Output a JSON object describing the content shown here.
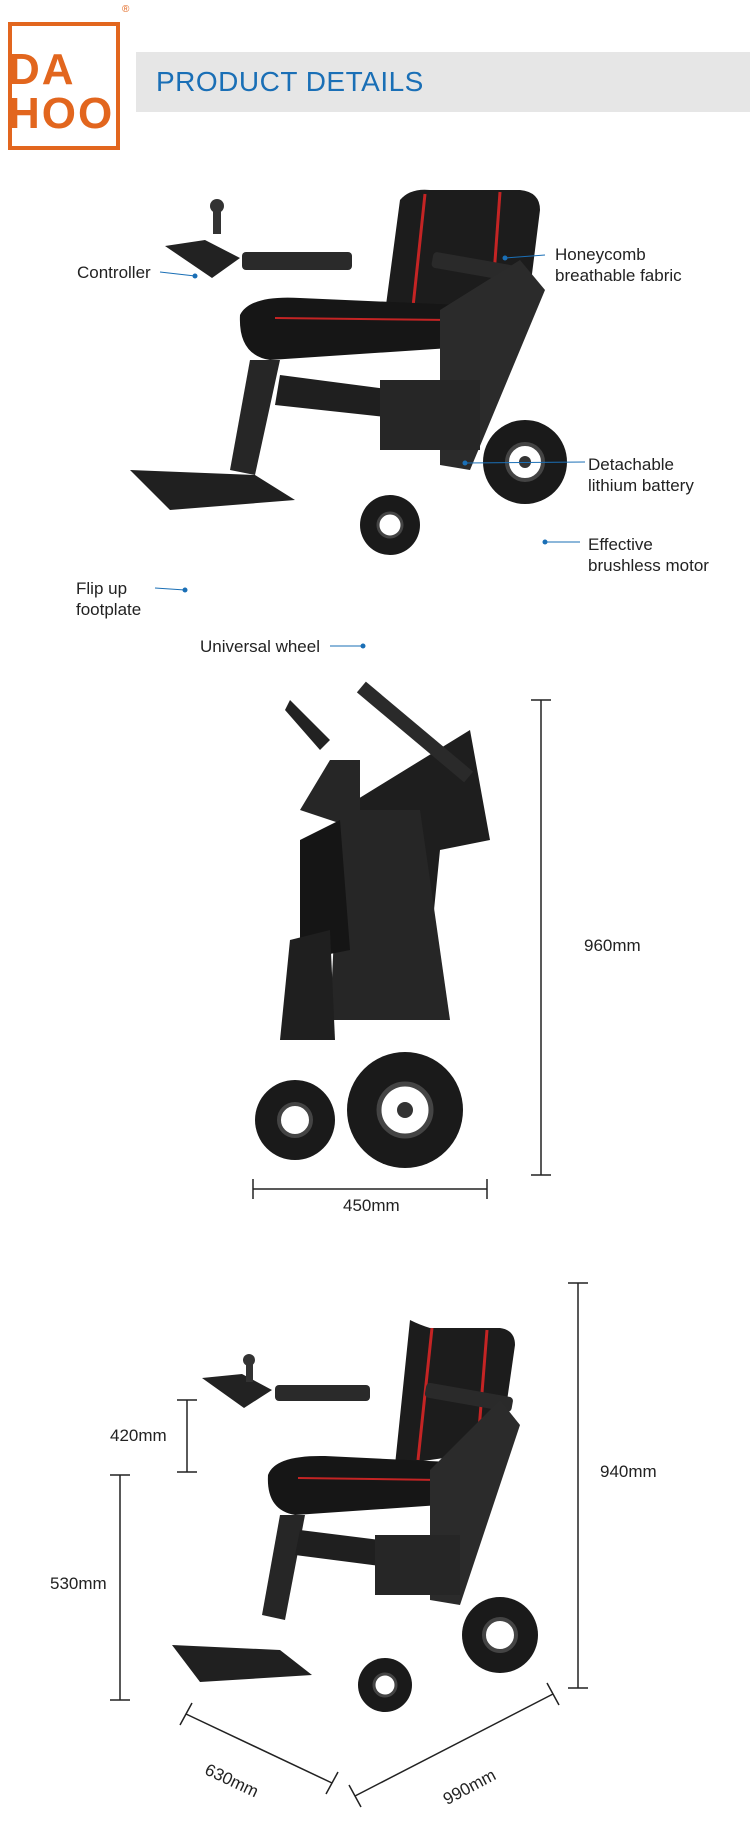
{
  "brand": {
    "logo_line1": "DA",
    "logo_line2": "HOO",
    "registered_mark": "®",
    "accent_color": "#e2661e"
  },
  "header": {
    "title": "PRODUCT DETAILS",
    "title_color": "#1a6fb6",
    "band_color": "#e6e6e6"
  },
  "features": {
    "controller": "Controller",
    "honeycomb_line1": "Honeycomb",
    "honeycomb_line2": "breathable fabric",
    "battery_line1": "Detachable",
    "battery_line2": "lithium battery",
    "motor_line1": "Effective",
    "motor_line2": "brushless motor",
    "footplate_line1": "Flip up",
    "footplate_line2": "footplate",
    "wheel": "Universal wheel"
  },
  "folded_dimensions": {
    "height": "960mm",
    "width": "450mm"
  },
  "unfolded_dimensions": {
    "armrest_height": "420mm",
    "seat_height": "530mm",
    "total_height": "940mm",
    "width": "630mm",
    "length": "990mm"
  }
}
